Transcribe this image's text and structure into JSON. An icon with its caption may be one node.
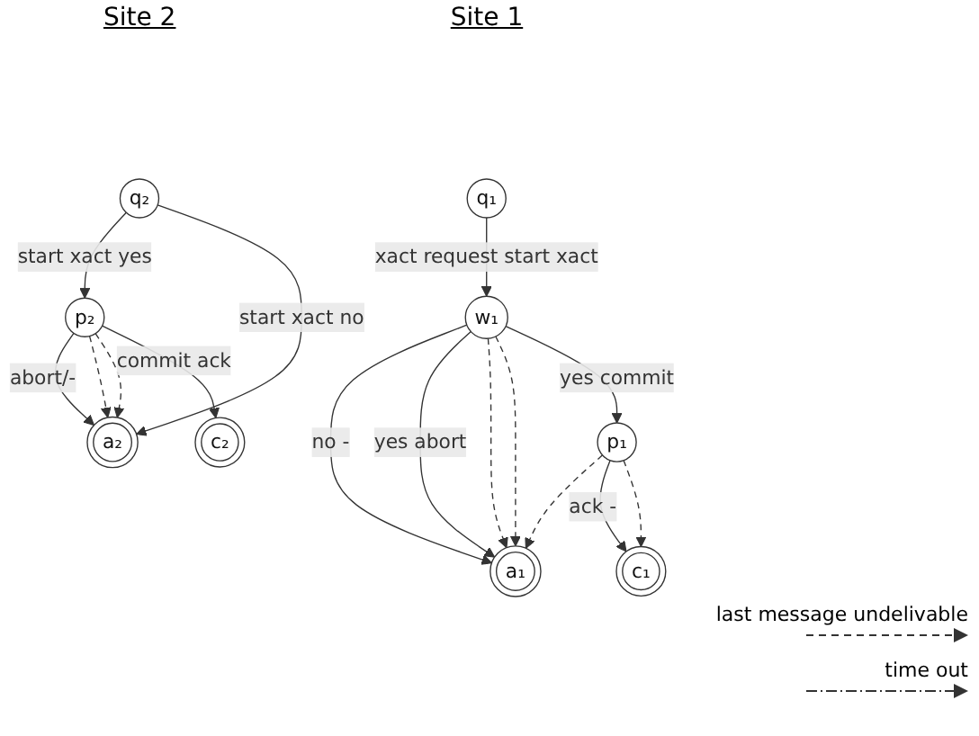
{
  "diagram": {
    "nodes": [
      {
        "text": [
          "q₁"
        ]
      },
      {
        "text": [
          "w₁"
        ]
      },
      {
        "text": [
          "a₁"
        ]
      },
      {
        "text": [
          "p₁"
        ]
      },
      {
        "text": [
          "c₁"
        ]
      },
      {
        "text": [
          "q₂"
        ]
      },
      {
        "text": [
          "p₂"
        ]
      },
      {
        "text": [
          "a₂"
        ]
      },
      {
        "text": [
          "c₂"
        ]
      }
    ],
    "edges": [
      {
        "from": 0,
        "to": 1,
        "arrow": "to",
        "label": "xact request start xact"
      },
      {
        "from": 1,
        "to": 2,
        "arrow": "to",
        "label": "no -"
      },
      {
        "from": 1,
        "to": 2,
        "arrow": "to",
        "label": "yes abort"
      },
      {
        "from": 1,
        "to": 2,
        "arrow": "to",
        "style": "dashed"
      },
      {
        "from": 1,
        "to": 2,
        "arrow": "to",
        "style": "dashed"
      },
      {
        "from": 1,
        "to": 3,
        "arrow": "to",
        "label": "yes commit"
      },
      {
        "from": 3,
        "to": 2,
        "arrow": "to",
        "style": "dashed"
      },
      {
        "from": 3,
        "to": 4,
        "arrow": "to",
        "label": "ack -"
      },
      {
        "from": 3,
        "to": 4,
        "arrow": "to",
        "style": "dashed"
      },
      {
        "from": 5,
        "to": 6,
        "arrow": "to",
        "label": "start xact yes"
      },
      {
        "from": 5,
        "to": 7,
        "arrow": "to",
        "label": "start xact no"
      },
      {
        "from": 6,
        "to": 7,
        "arrow": "to",
        "label": "abort/-"
      },
      {
        "from": 6,
        "to": 7,
        "arrow": "to",
        "style": "dashed"
      },
      {
        "from": 6,
        "to": 7,
        "arrow": "to",
        "style": "dashed"
      },
      {
        "from": 6,
        "to": 8,
        "arrow": "to",
        "label": "commit ack"
      }
    ],
    "labels": [
      "Site 1",
      "Site 2"
    ],
    "legend": [
      {
        "text": "last message undelivable"
      },
      {
        "text": "time out"
      }
    ]
  }
}
